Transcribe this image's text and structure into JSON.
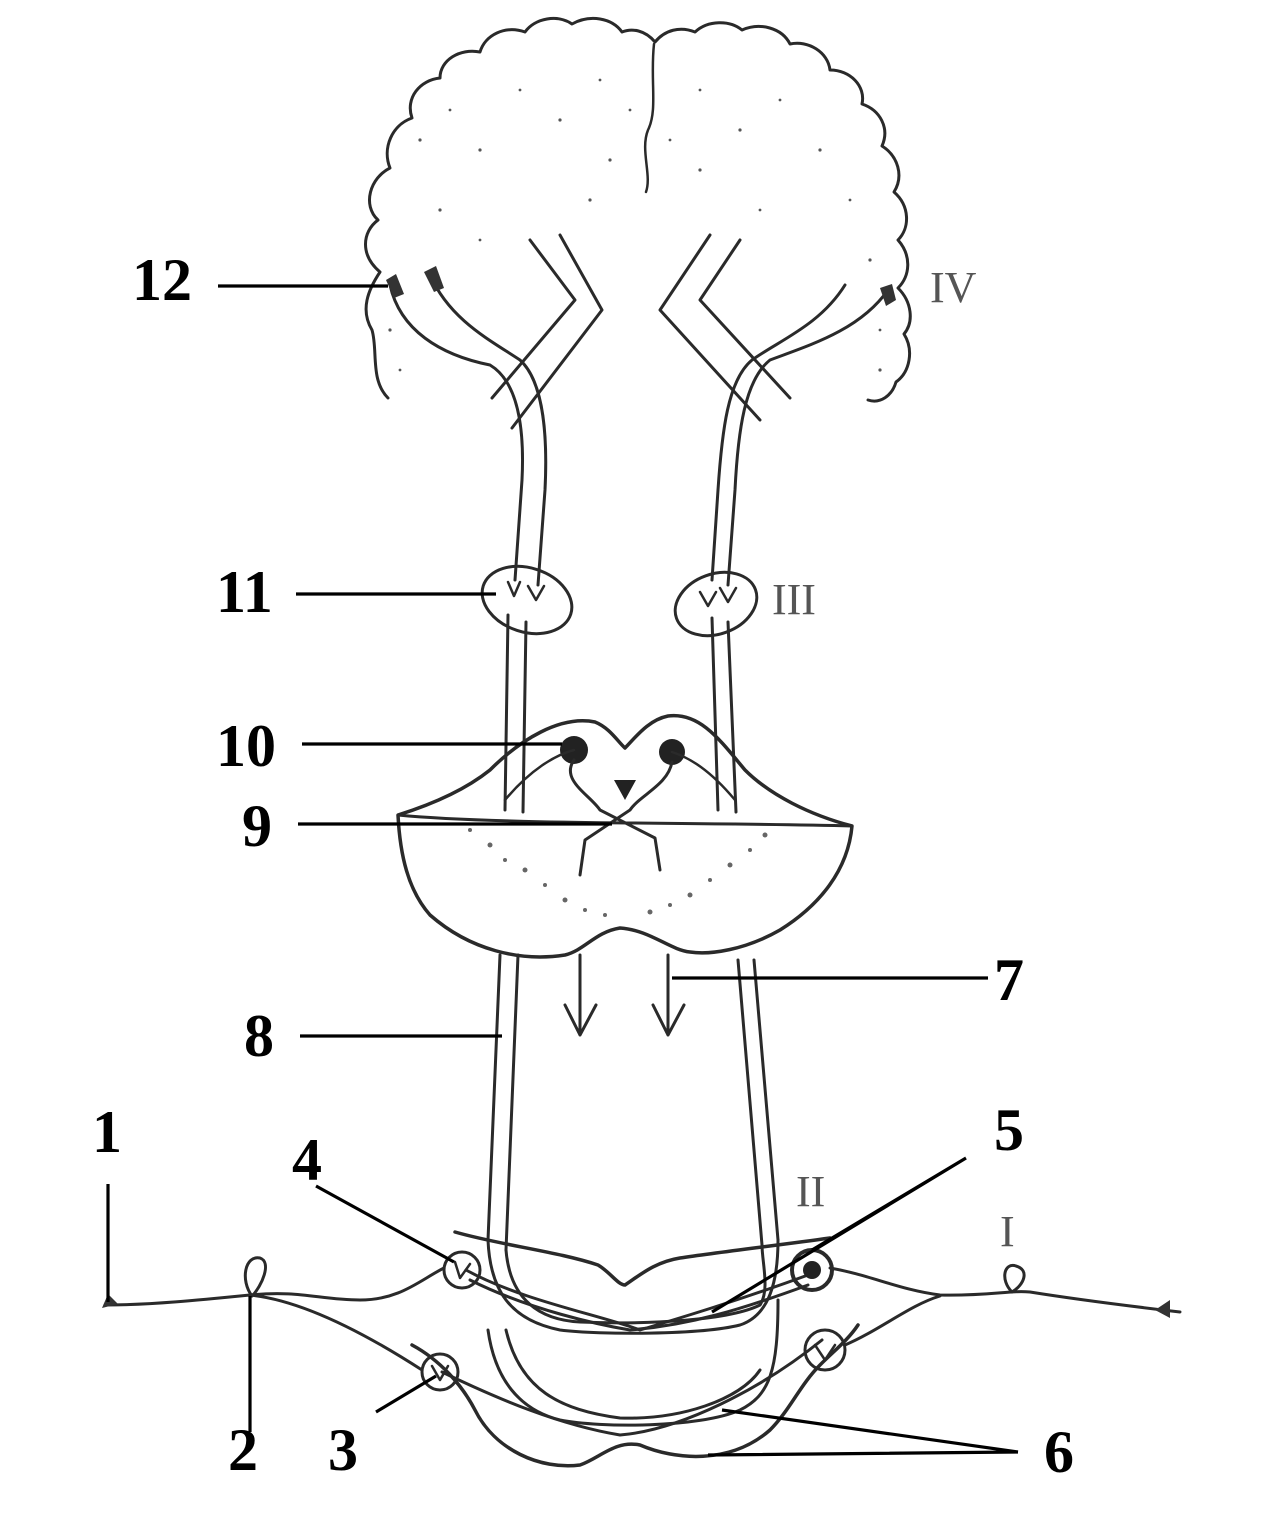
{
  "labels": {
    "n1": "1",
    "n2": "2",
    "n3": "3",
    "n4": "4",
    "n5": "5",
    "n6": "6",
    "n7": "7",
    "n8": "8",
    "n9": "9",
    "n10": "10",
    "n11": "11",
    "n12": "12"
  },
  "roman": {
    "I": "I",
    "II": "II",
    "III": "III",
    "IV": "IV"
  }
}
